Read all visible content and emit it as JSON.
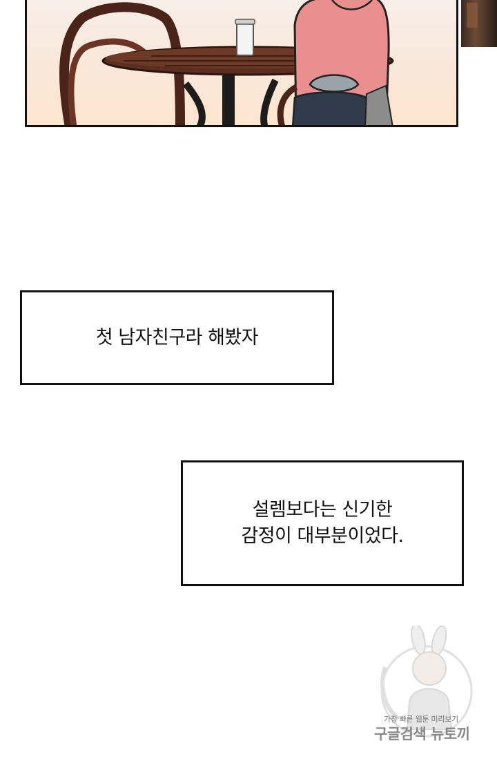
{
  "captions": {
    "first": "첫 남자친구라 해봤자",
    "second_line1": "설렘보다는 신기한",
    "second_line2": "감정이 대부분이었다."
  },
  "watermark": {
    "small_text": "가장 빠른 웹툰 미리보기",
    "large_text": "구글검색 뉴토끼"
  },
  "colors": {
    "background": "#ffffff",
    "border": "#111111",
    "hoodie": "#e98f8f",
    "table_wood": "#5b2e1f"
  }
}
